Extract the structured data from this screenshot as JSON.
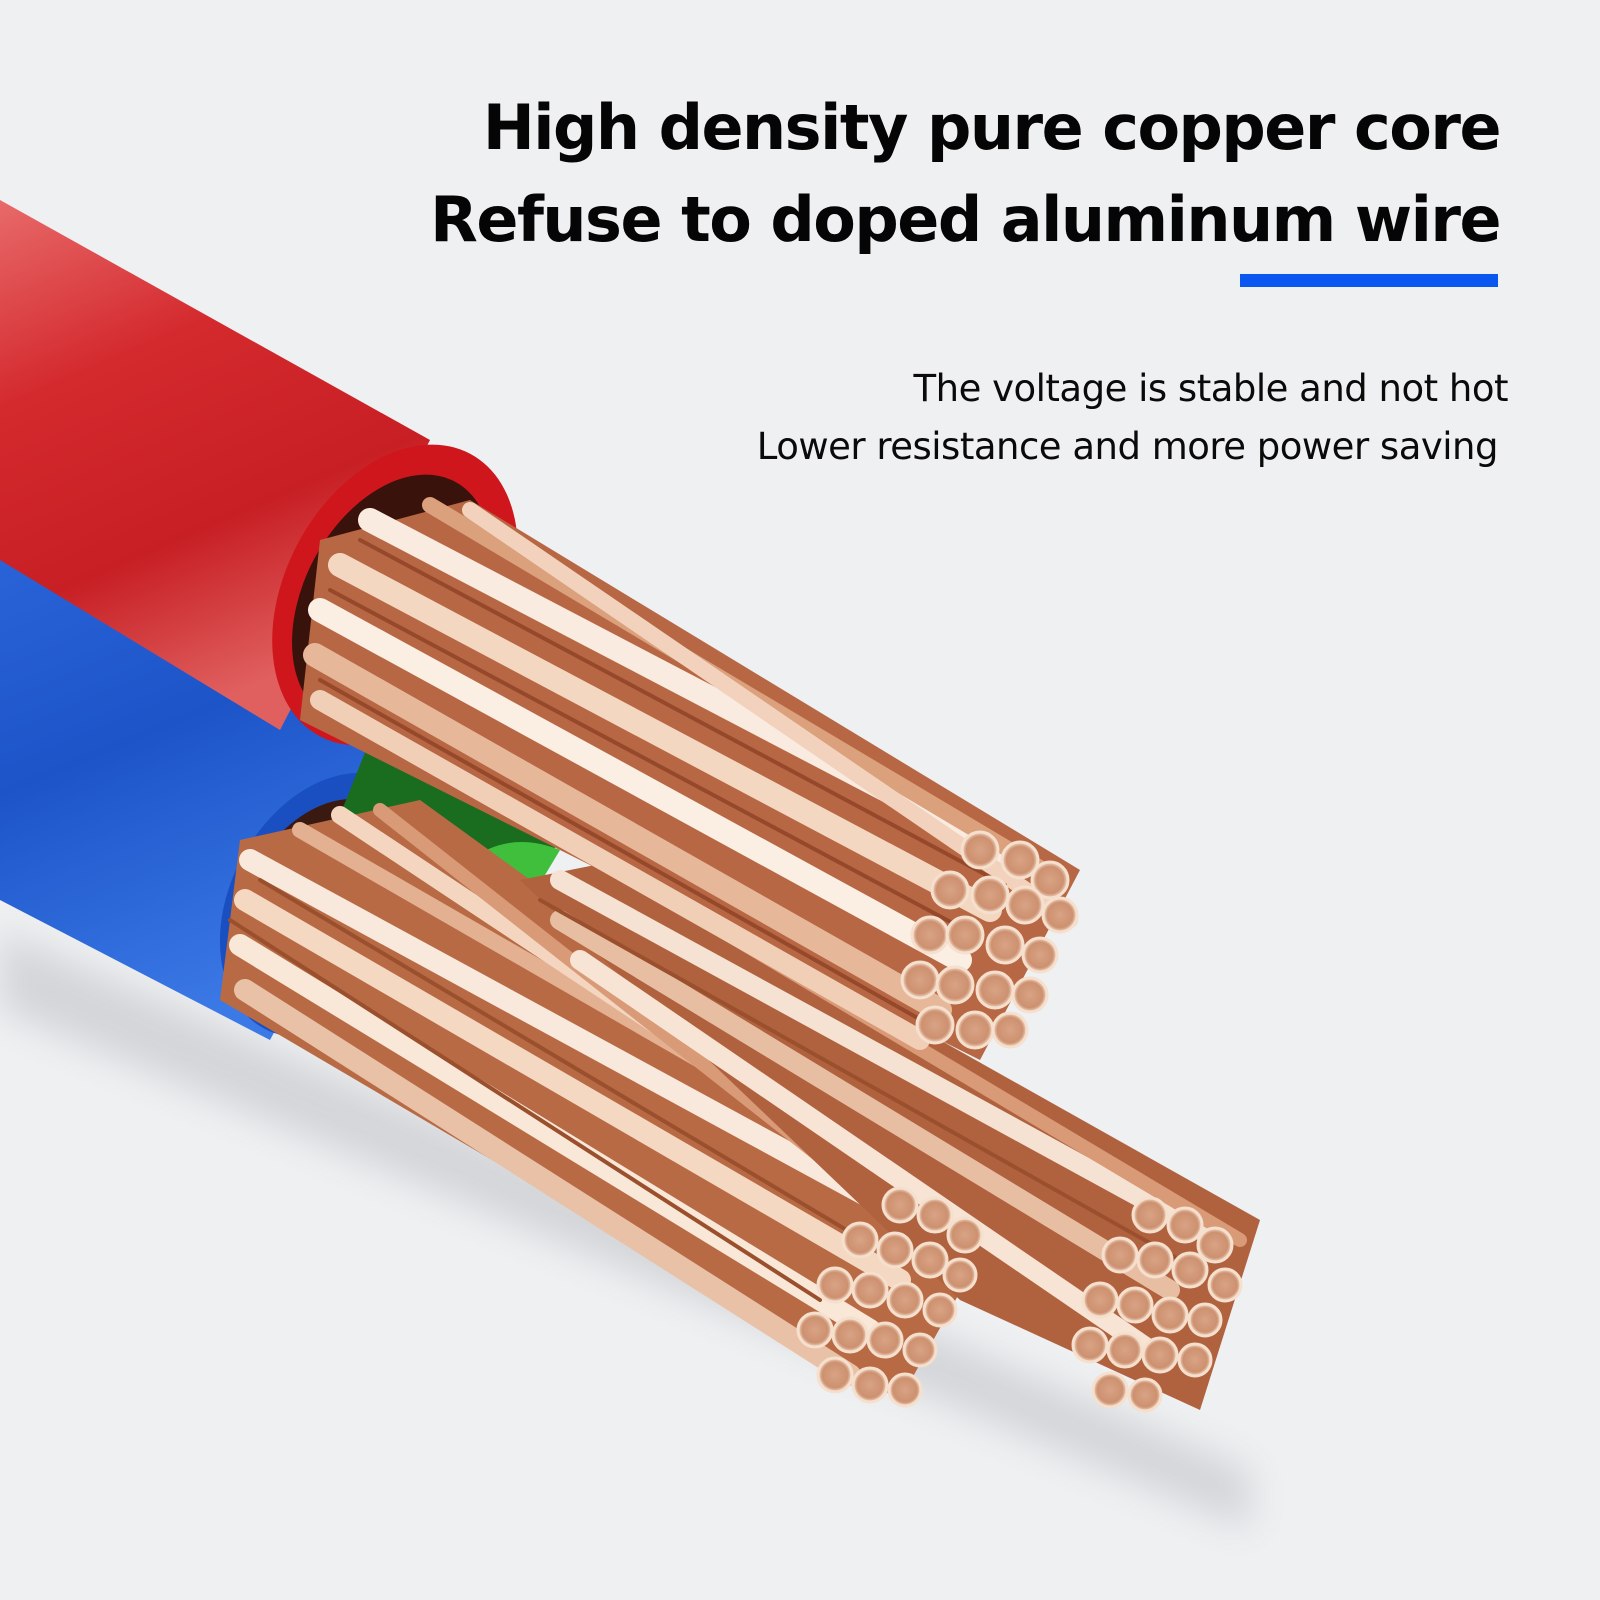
{
  "headline": {
    "line1": "High density pure copper core",
    "line2": "Refuse to doped aluminum wire"
  },
  "accent_bar": {
    "color": "#0a56f0"
  },
  "subheadline": {
    "line1": "The voltage is stable and not hot",
    "line2": "Lower resistance and more power saving"
  },
  "illustration": {
    "subject": "three stripped electrical cables with stranded copper cores",
    "cables": [
      {
        "insulation": "red",
        "color": "#d8262b"
      },
      {
        "insulation": "blue",
        "color": "#1f5fd6"
      },
      {
        "insulation": "green",
        "color": "#1f9a2a"
      }
    ],
    "conductor_color": "#d49a7a",
    "background_color": "#eff0f2"
  }
}
